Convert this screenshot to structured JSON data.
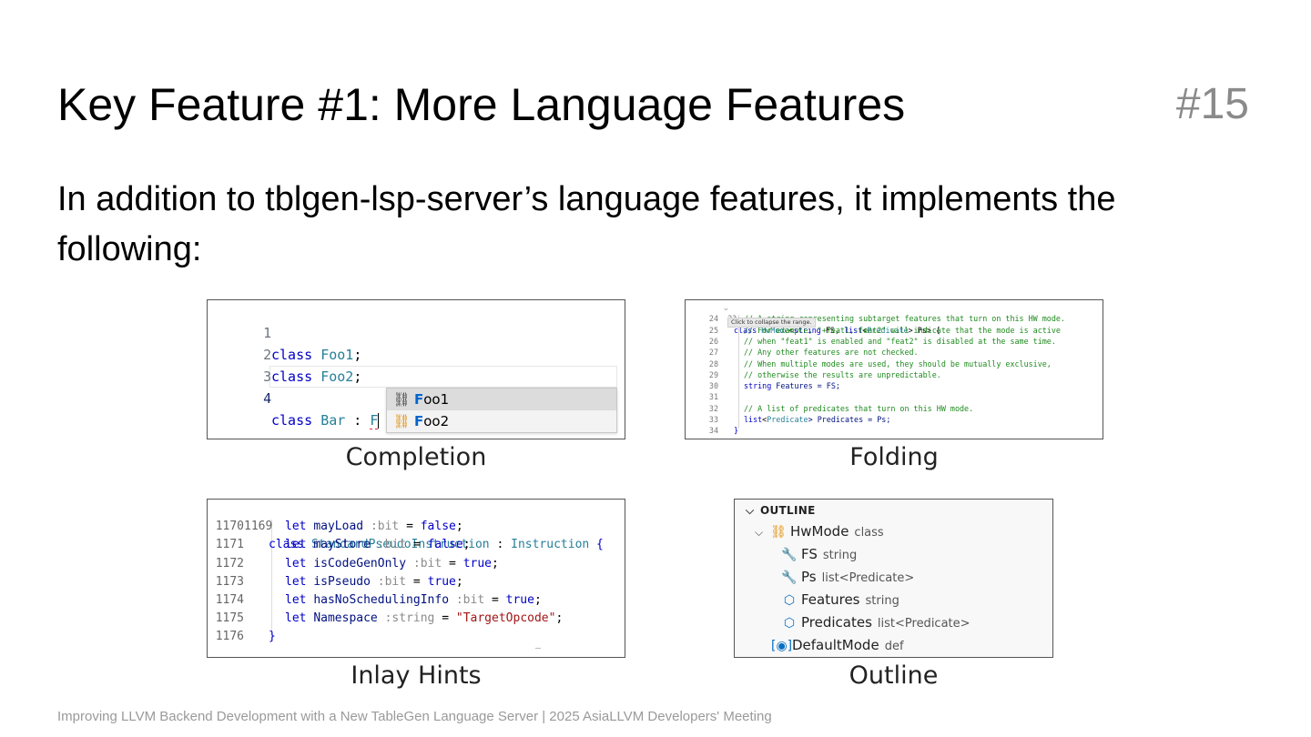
{
  "slide": {
    "title": "Key Feature #1: More Language Features",
    "number": "#15",
    "intro": "In addition to tblgen-lsp-server’s language features, it implements the following:",
    "footer": "Improving LLVM Backend Development with a New TableGen Language Server | 2025 AsiaLLVM Developers' Meeting"
  },
  "captions": {
    "completion": "Completion",
    "folding": "Folding",
    "inlay": "Inlay Hints",
    "outline": "Outline"
  },
  "completion": {
    "lines": [
      {
        "num": "1",
        "kw": "class",
        "name": "Foo1",
        "rest": ";"
      },
      {
        "num": "2",
        "kw": "class",
        "name": "Foo2",
        "rest": ";"
      },
      {
        "num": "3"
      },
      {
        "num": "4",
        "kw": "class",
        "name": "Bar",
        "rest": " : ",
        "typed": "F"
      }
    ],
    "suggestions": [
      {
        "match": "F",
        "rest": "oo1",
        "selected": true
      },
      {
        "match": "F",
        "rest": "oo2",
        "selected": false
      }
    ]
  },
  "folding": {
    "tooltip": "Click to collapse the range.",
    "lines": [
      {
        "num": "23",
        "kw": "class",
        "name": "HwMode",
        "p1": "<",
        "t1": "string",
        "p2": " FS, ",
        "t2": "list",
        "p3": "<",
        "t3": "Predicate",
        "p4": "> Ps> {"
      },
      {
        "num": "24",
        "comment": "// A string representing subtarget features that turn on this HW mode."
      },
      {
        "num": "25",
        "comment": "// For example, \"+feat1,-feat2\" will indicate that the mode is active"
      },
      {
        "num": "26",
        "comment": "// when \"feat1\" is enabled and \"feat2\" is disabled at the same time."
      },
      {
        "num": "27",
        "comment": "// Any other features are not checked."
      },
      {
        "num": "28",
        "comment": "// When multiple modes are used, they should be mutually exclusive,"
      },
      {
        "num": "29",
        "comment": "// otherwise the results are unpredictable."
      },
      {
        "num": "30",
        "kw": "string",
        "rest": " Features = FS;"
      },
      {
        "num": "31"
      },
      {
        "num": "32",
        "comment": "// A list of predicates that turn on this HW mode."
      },
      {
        "num": "33",
        "kw": "list",
        "p1": "<",
        "t1": "Predicate",
        "rest": "> Predicates = Ps;"
      },
      {
        "num": "34",
        "close": "}"
      }
    ]
  },
  "inlay": {
    "lines": [
      {
        "num": "1169",
        "kw": "class",
        "name": "StandardPseudoInstruction",
        "sep": " : ",
        "base": "Instruction",
        "tail": " {"
      },
      {
        "num": "1170",
        "kw": "let",
        "id": "mayLoad",
        "hint": ":bit",
        "eq": " = ",
        "val": "false",
        "tail": ";"
      },
      {
        "num": "1171",
        "kw": "let",
        "id": "mayStore",
        "hint": ":bit",
        "eq": " = ",
        "val": "false",
        "tail": ";"
      },
      {
        "num": "1172",
        "kw": "let",
        "id": "isCodeGenOnly",
        "hint": ":bit",
        "eq": " = ",
        "val": "true",
        "tail": ";"
      },
      {
        "num": "1173",
        "kw": "let",
        "id": "isPseudo",
        "hint": ":bit",
        "eq": " = ",
        "val": "true",
        "tail": ";"
      },
      {
        "num": "1174",
        "kw": "let",
        "id": "hasNoSchedulingInfo",
        "hint": ":bit",
        "eq": " = ",
        "val": "true",
        "tail": ";"
      },
      {
        "num": "1175",
        "kw": "let",
        "id": "Namespace",
        "hint": ":string",
        "eq": " = ",
        "str": "\"TargetOpcode\"",
        "tail": ";"
      },
      {
        "num": "1176",
        "close": "}"
      }
    ]
  },
  "outline": {
    "header": "OUTLINE",
    "items": [
      {
        "label": "HwMode",
        "detail": "class"
      },
      {
        "label": "FS",
        "detail": "string"
      },
      {
        "label": "Ps",
        "detail": "list<Predicate>"
      },
      {
        "label": "Features",
        "detail": "string"
      },
      {
        "label": "Predicates",
        "detail": "list<Predicate>"
      },
      {
        "label": "DefaultMode",
        "detail": "def"
      }
    ]
  },
  "icons": {
    "class_icon": "class-symbol-icon",
    "field_icon": "wrench-icon",
    "variable_icon": "cube-icon",
    "def_icon": "def-symbol-icon"
  }
}
